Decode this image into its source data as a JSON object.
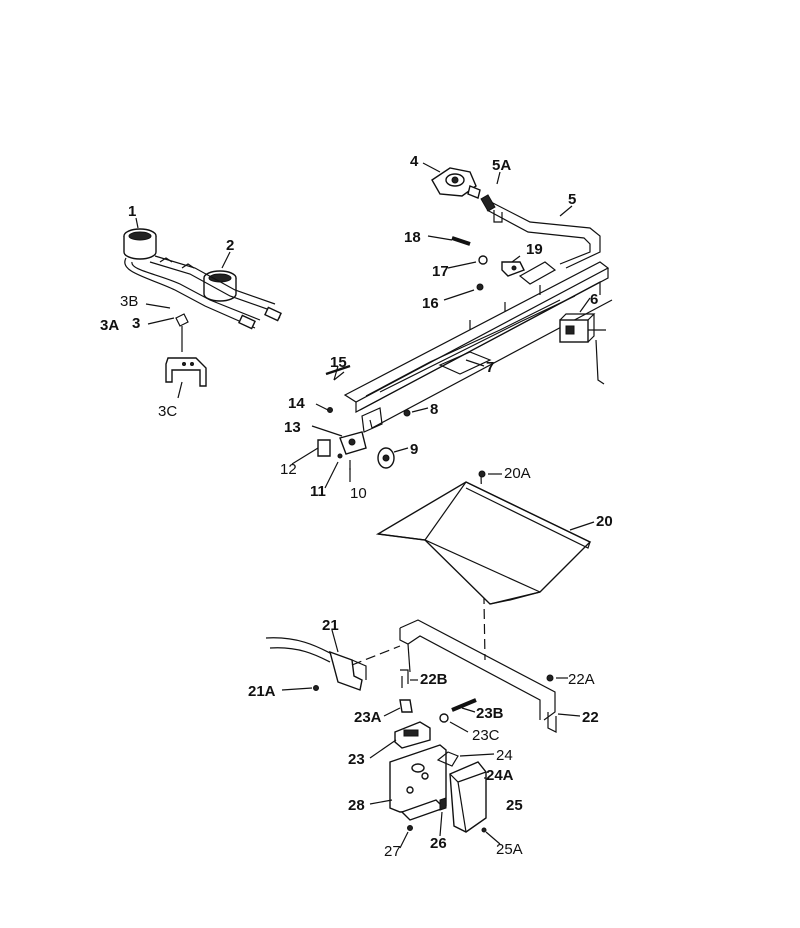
{
  "labels": {
    "p1": "1",
    "p2": "2",
    "p3": "3",
    "p3a": "3A",
    "p3b": "3B",
    "p3c": "3C",
    "p4": "4",
    "p5": "5",
    "p5a": "5A",
    "p6": "6",
    "p7": "7",
    "p8": "8",
    "p9": "9",
    "p10": "10",
    "p11": "11",
    "p12": "12",
    "p13": "13",
    "p14": "14",
    "p15": "15",
    "p16": "16",
    "p17": "17",
    "p18": "18",
    "p19": "19",
    "p20": "20",
    "p20a": "20A",
    "p21": "21",
    "p21a": "21A",
    "p22": "22",
    "p22a": "22A",
    "p22b": "22B",
    "p23": "23",
    "p23a": "23A",
    "p23b": "23B",
    "p23c": "23C",
    "p24": "24",
    "p24a": "24A",
    "p25": "25",
    "p25a": "25A",
    "p26": "26",
    "p27": "27",
    "p28": "28"
  }
}
